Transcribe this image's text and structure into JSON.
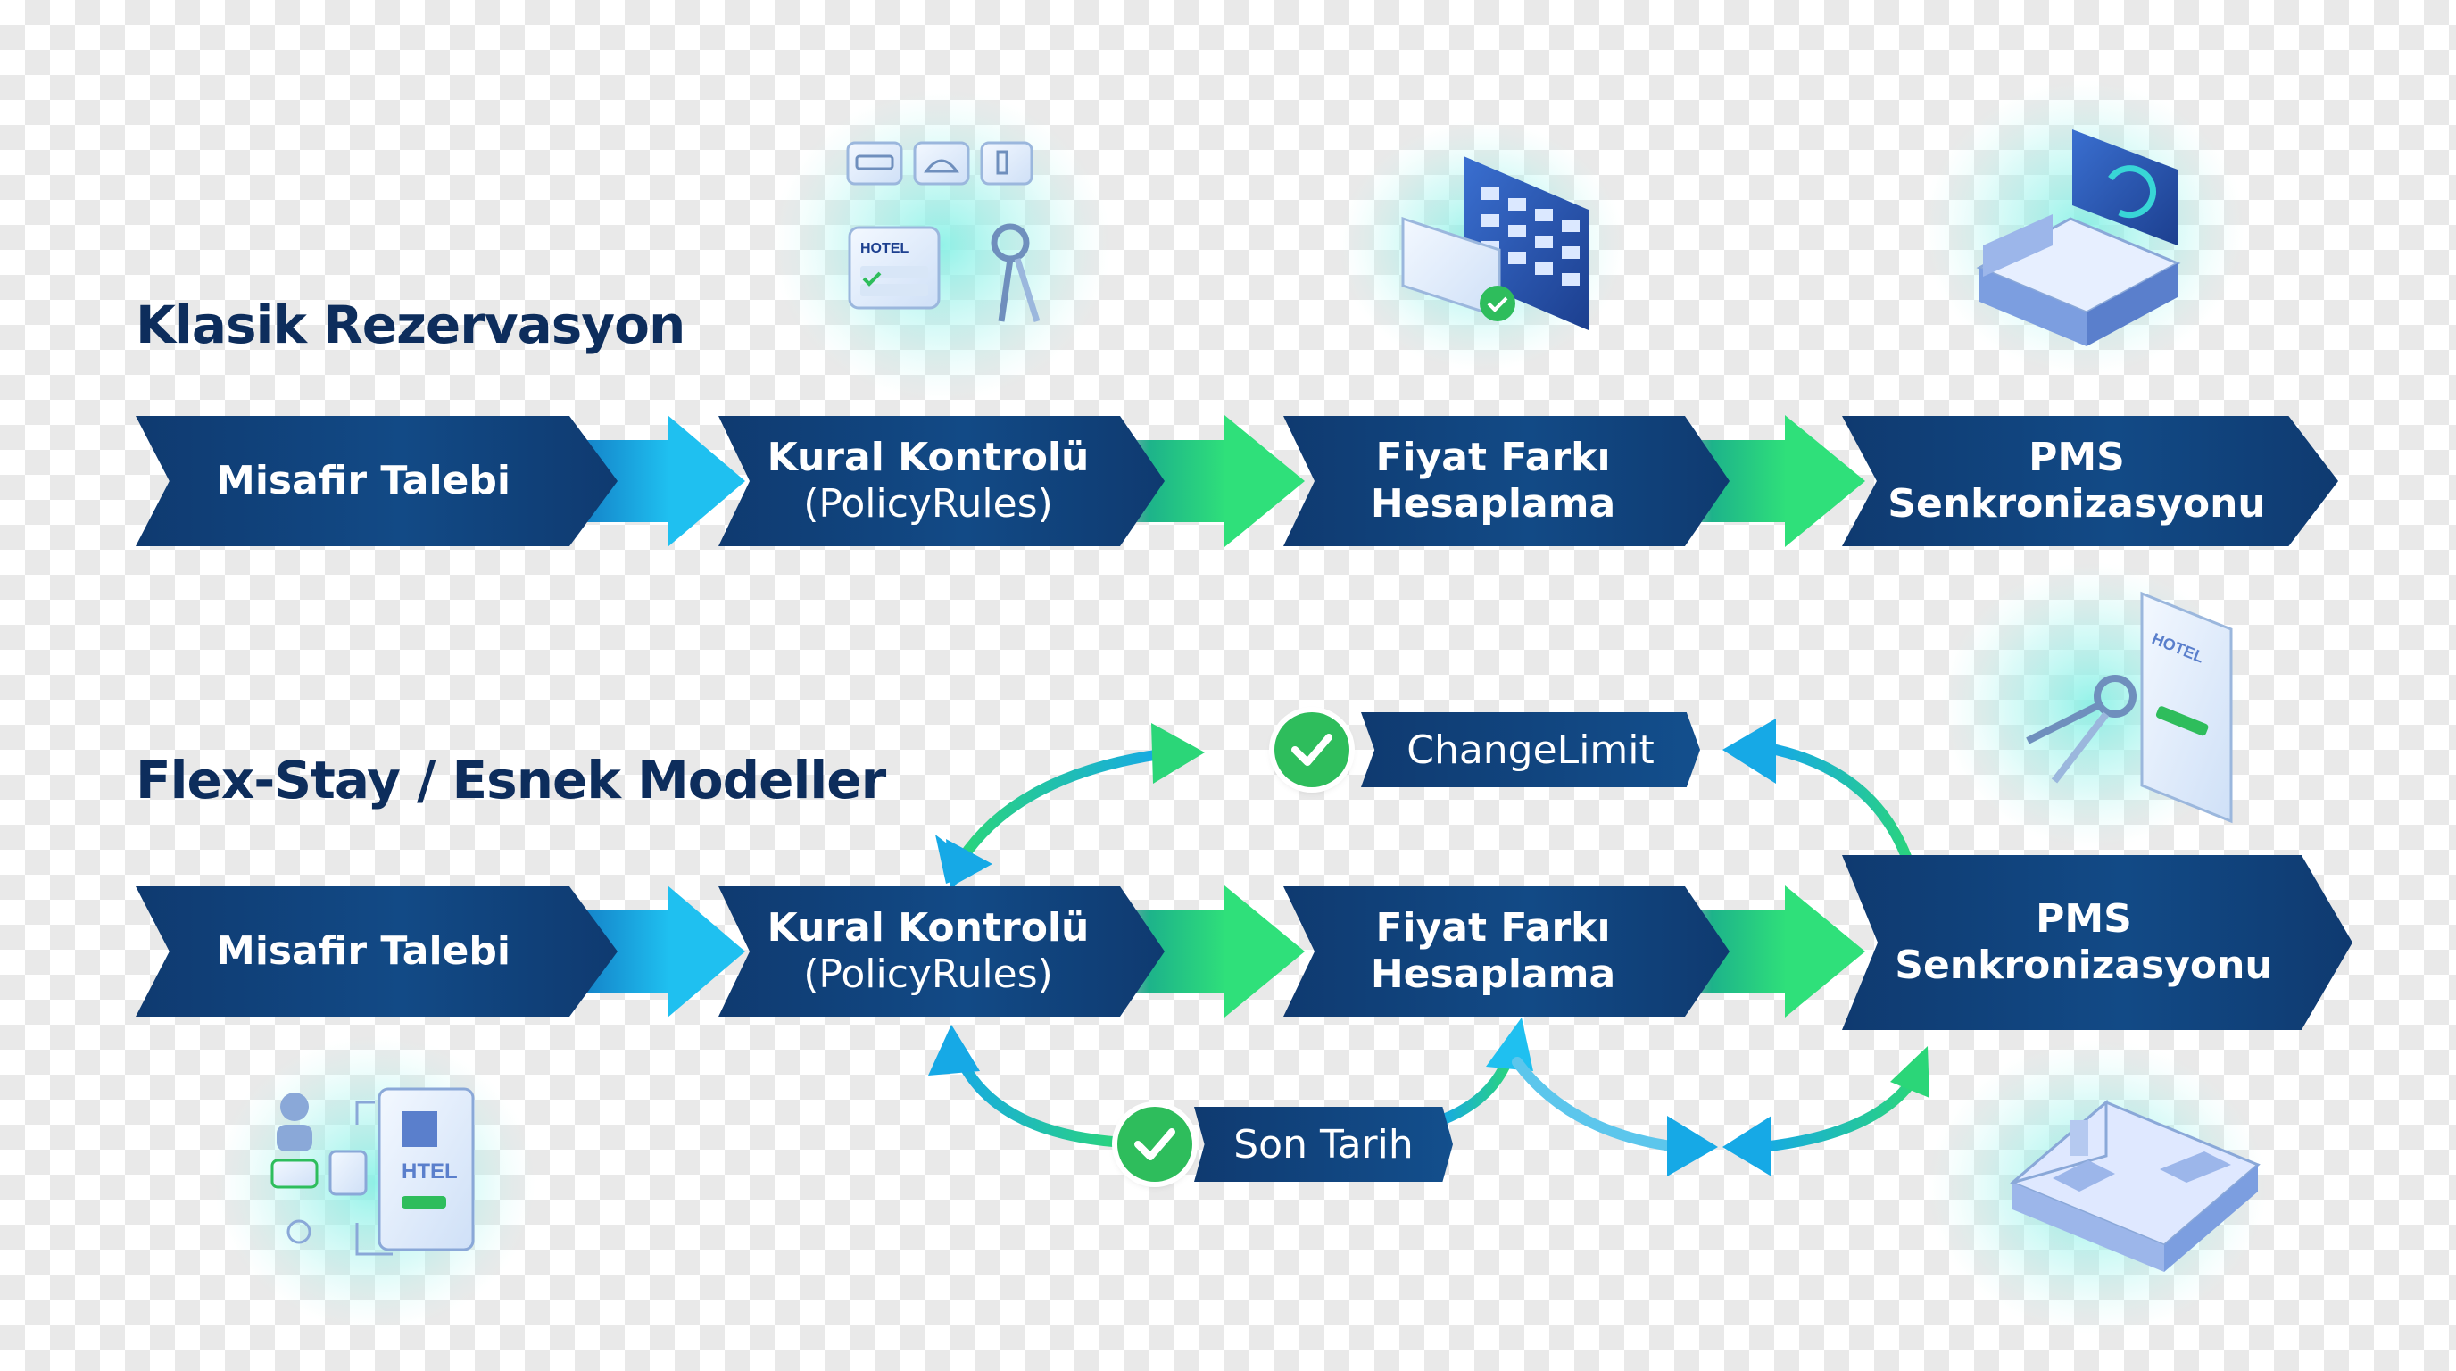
{
  "sections": {
    "classic": {
      "title": "Klasik Rezervasyon",
      "steps": [
        {
          "line1": "Misafir Talebi",
          "line2": ""
        },
        {
          "line1": "Kural Kontrolü",
          "line2": "(PolicyRules)"
        },
        {
          "line1": "Fiyat Farkı",
          "line2": "Hesaplama"
        },
        {
          "line1": "PMS",
          "line2": "Senkronizasyonu"
        }
      ]
    },
    "flex": {
      "title": "Flex-Stay / Esnek Modeller",
      "steps": [
        {
          "line1": "Misafir Talebi",
          "line2": ""
        },
        {
          "line1": "Kural Kontrolü",
          "line2": "(PolicyRules)"
        },
        {
          "line1": "Fiyat Farkı",
          "line2": "Hesaplama"
        },
        {
          "line1": "PMS",
          "line2": "Senkronizasyonu"
        }
      ],
      "labels": {
        "change_limit": "ChangeLimit",
        "deadline": "Son Tarih"
      }
    }
  },
  "icons": {
    "hotel_badge_text": "HOTEL",
    "phone_badge_text": "HOTEL",
    "hotel_building_text": "HTEL"
  },
  "colors": {
    "navy": "#0f3a70",
    "blue_arrow": "#16a9e6",
    "green_arrow": "#2bd678",
    "check_green": "#2ebd5c",
    "title": "#0d2d5c"
  }
}
